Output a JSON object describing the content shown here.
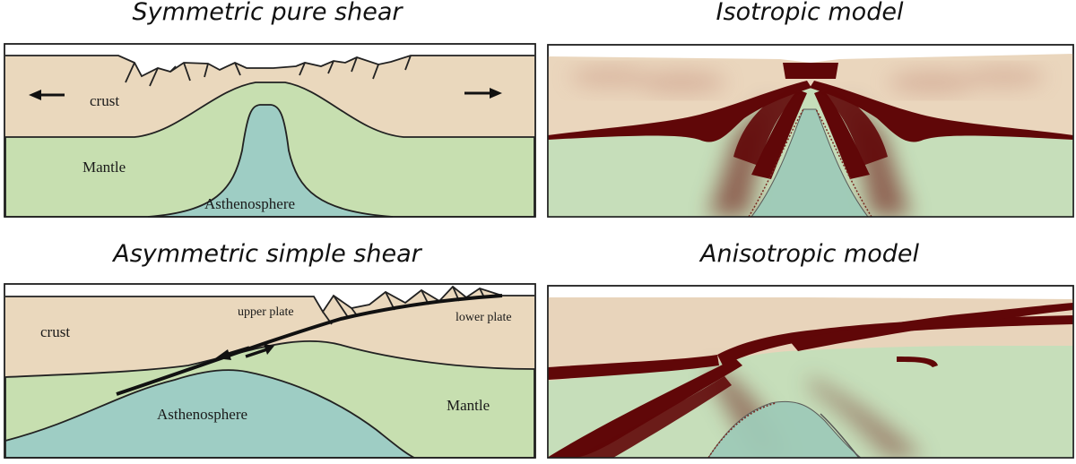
{
  "panels": {
    "top_left": {
      "title": "Symmetric pure shear",
      "labels": {
        "crust": "crust",
        "mantle": "Mantle",
        "asthenosphere": "Asthenosphere"
      }
    },
    "top_right": {
      "title": "Isotropic model"
    },
    "bottom_left": {
      "title": "Asymmetric simple shear",
      "labels": {
        "upper_plate": "upper plate",
        "lower_plate": "lower plate",
        "crust": "crust",
        "asthenosphere": "Asthenosphere",
        "mantle": "Mantle"
      }
    },
    "bottom_right": {
      "title": "Anisotropic model"
    }
  },
  "colors": {
    "crust": "#ead8bd",
    "mantle": "#c7dfb0",
    "asthenosphere": "#9ecdc4",
    "shear_zone": "#600708",
    "outline": "#222222"
  }
}
